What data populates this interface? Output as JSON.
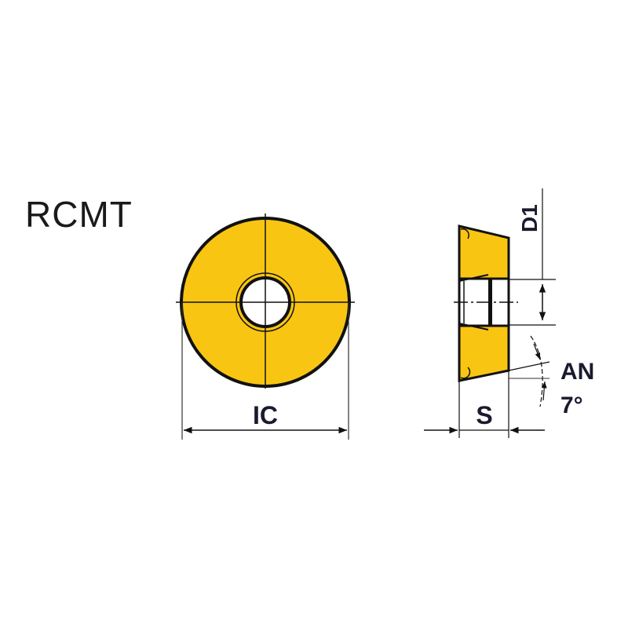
{
  "diagram": {
    "title": "RCMT",
    "fill_color": "#F9C513",
    "line_color": "#111111",
    "top_view": {
      "shape": "round insert with center hole",
      "dimension_label": "IC"
    },
    "side_view": {
      "dimension_labels": {
        "thickness": "S",
        "hole_diameter": "D1",
        "clearance_angle_name": "AN",
        "clearance_angle_value": "7°"
      }
    }
  }
}
